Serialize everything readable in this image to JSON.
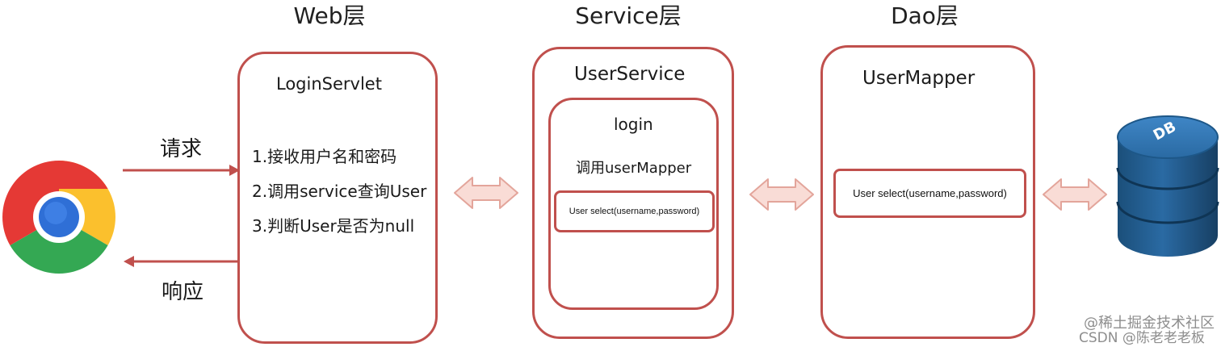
{
  "layers": {
    "web": "Web层",
    "service": "Service层",
    "dao": "Dao层"
  },
  "web": {
    "component": "LoginServlet",
    "steps": [
      "1.接收用户名和密码",
      "2.调用service查询User",
      "3.判断User是否为null"
    ]
  },
  "service": {
    "component": "UserService",
    "method": "login",
    "call": "调用userMapper",
    "signature": "User select(username,password)"
  },
  "dao": {
    "component": "UserMapper",
    "signature": "User select(username,password)"
  },
  "flow": {
    "request": "请求",
    "response": "响应"
  },
  "database": {
    "label": "DB",
    "icon": "database-cylinder-icon",
    "color": "#1f5d8c"
  },
  "browser": {
    "icon": "chrome-browser-icon"
  },
  "colors": {
    "border": "#c0504d",
    "arrow": "#c0504d",
    "double_arrow_fill": "#f9dcd6"
  },
  "watermark": {
    "line1": "@稀土掘金技术社区",
    "line2": "CSDN @陈老老老板"
  }
}
